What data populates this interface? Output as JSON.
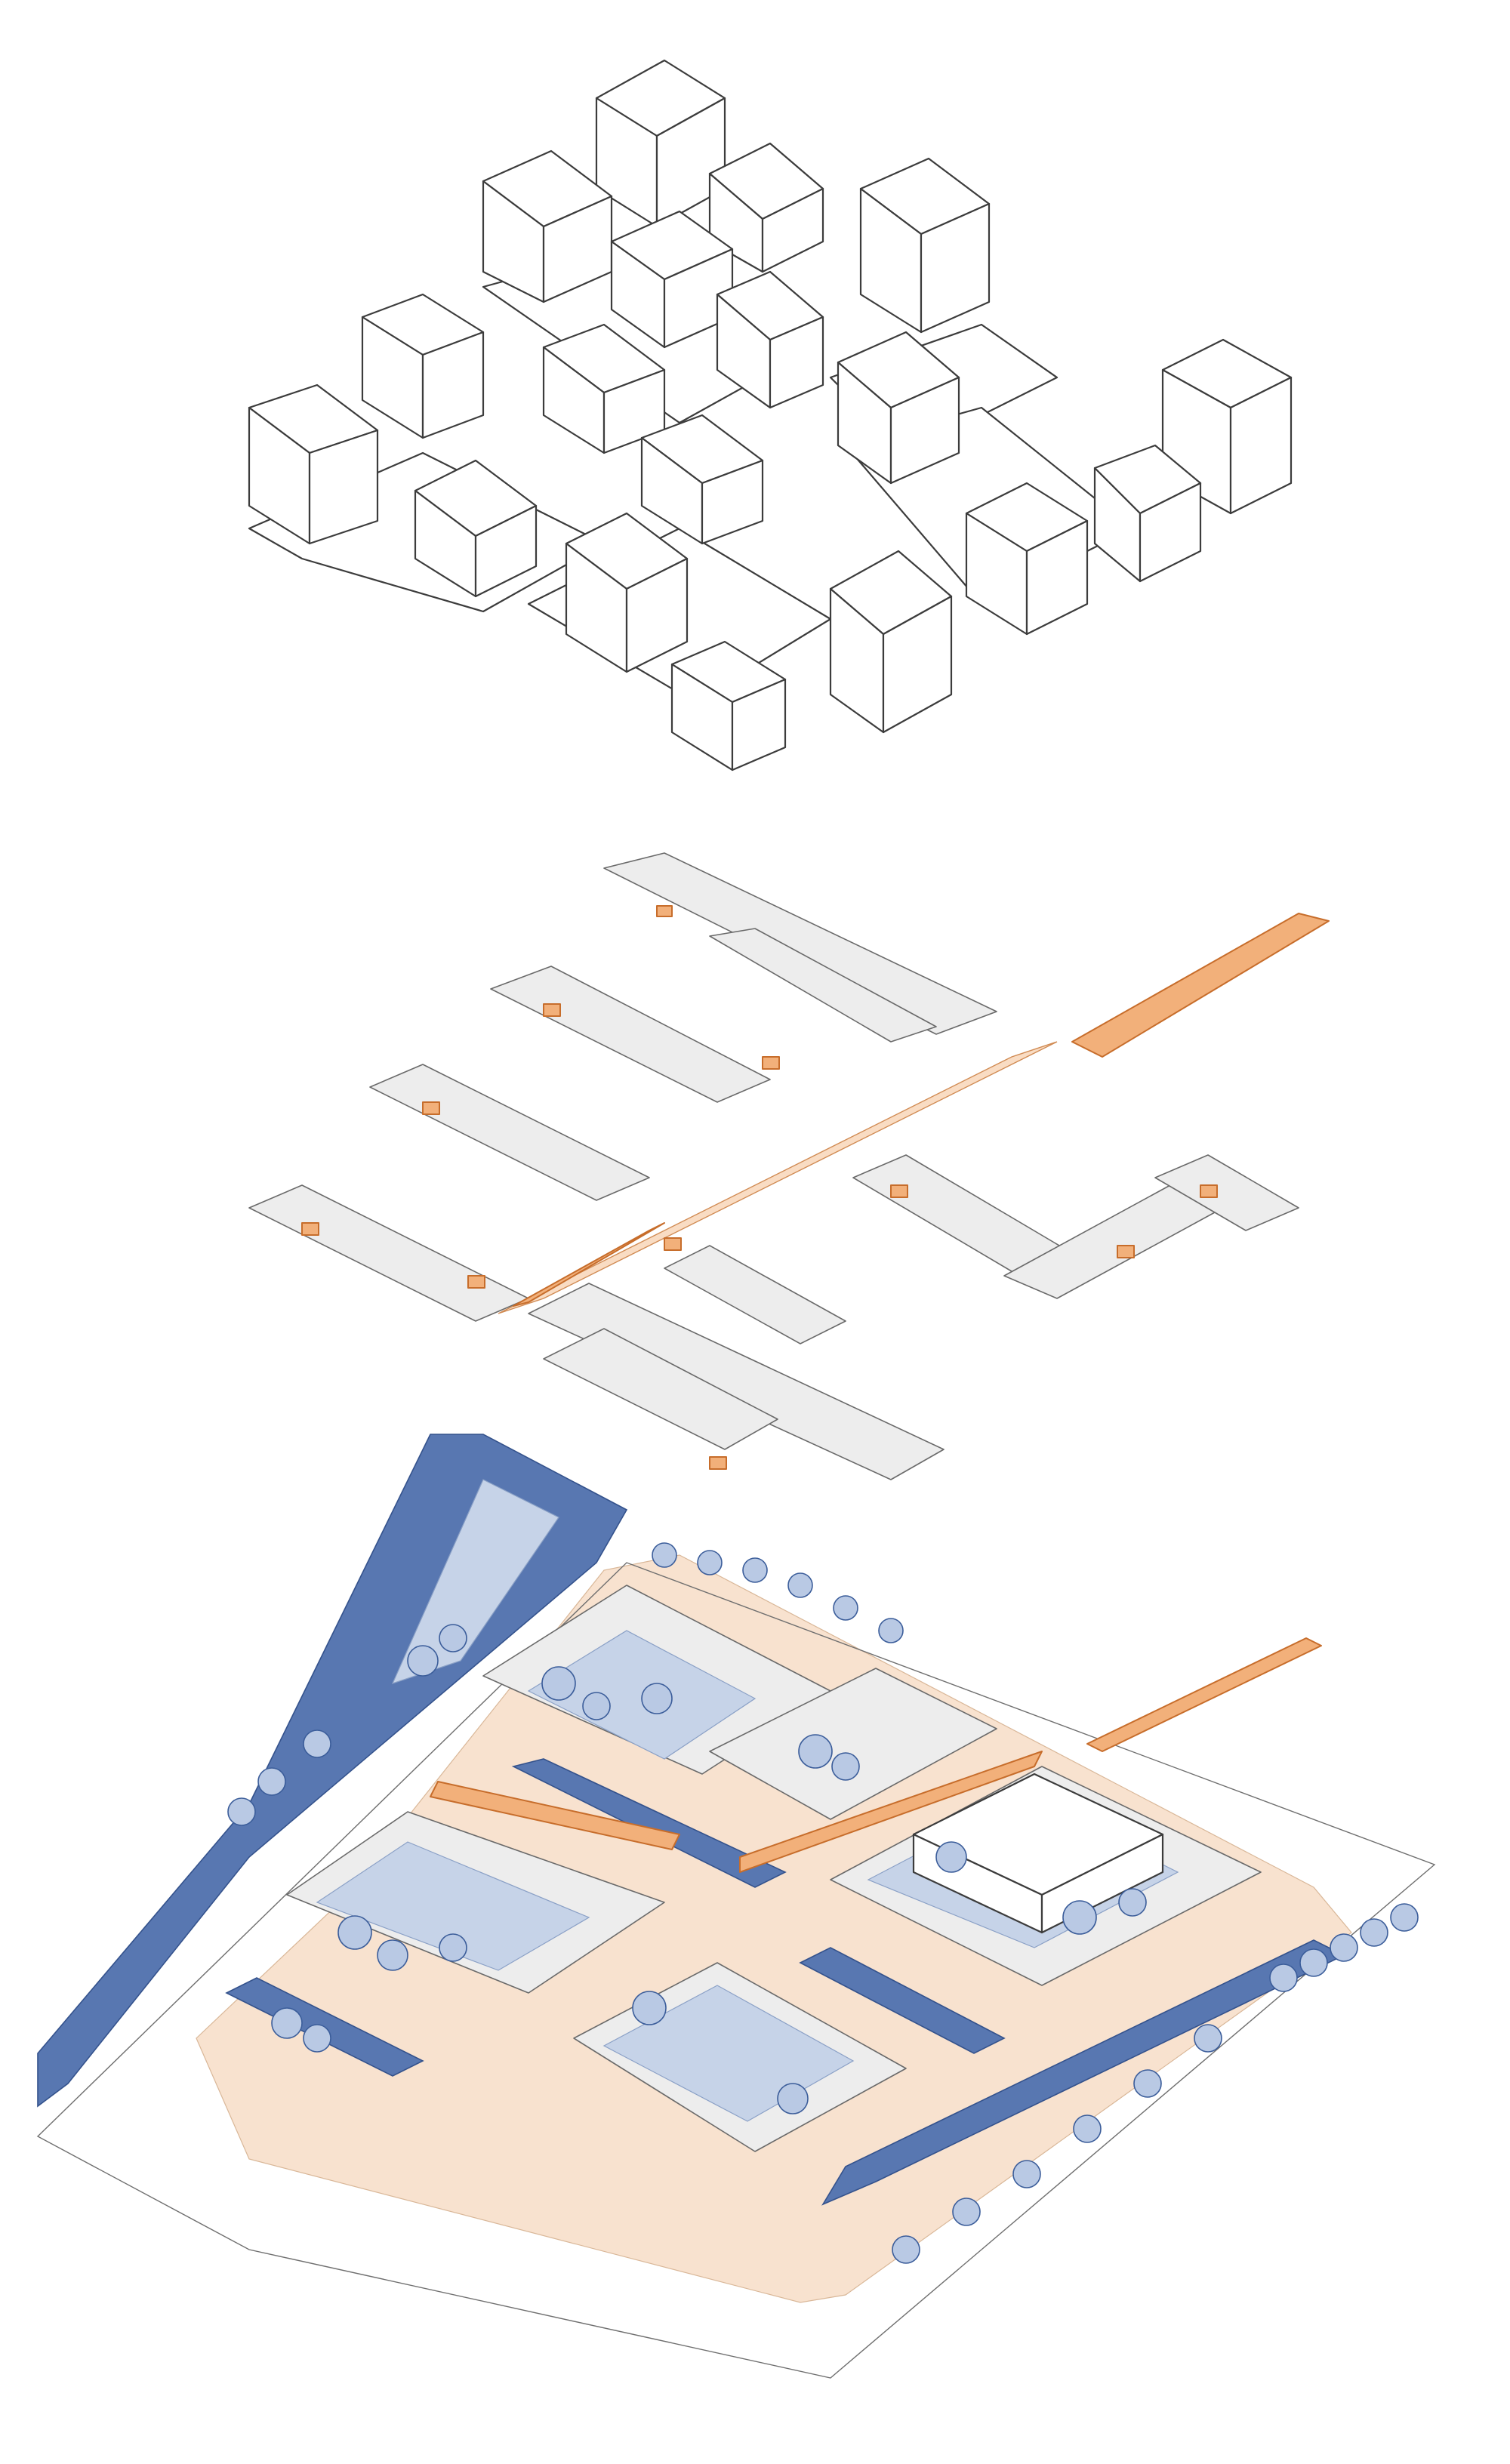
{
  "diagram": {
    "layers": [
      {
        "id": "massing",
        "description_key": "building-massing"
      },
      {
        "id": "floorplans",
        "description_key": "ground-floor-plans"
      },
      {
        "id": "site",
        "description_key": "site-landscape"
      }
    ],
    "colors": {
      "line": "#3c3c3c",
      "plan_grey": "#ededed",
      "accent_orange": "#f2b07a",
      "water_blue": "#5877b1",
      "courtyard_blue": "#c6d3e8",
      "paving_peach": "#f8e2cf"
    }
  }
}
